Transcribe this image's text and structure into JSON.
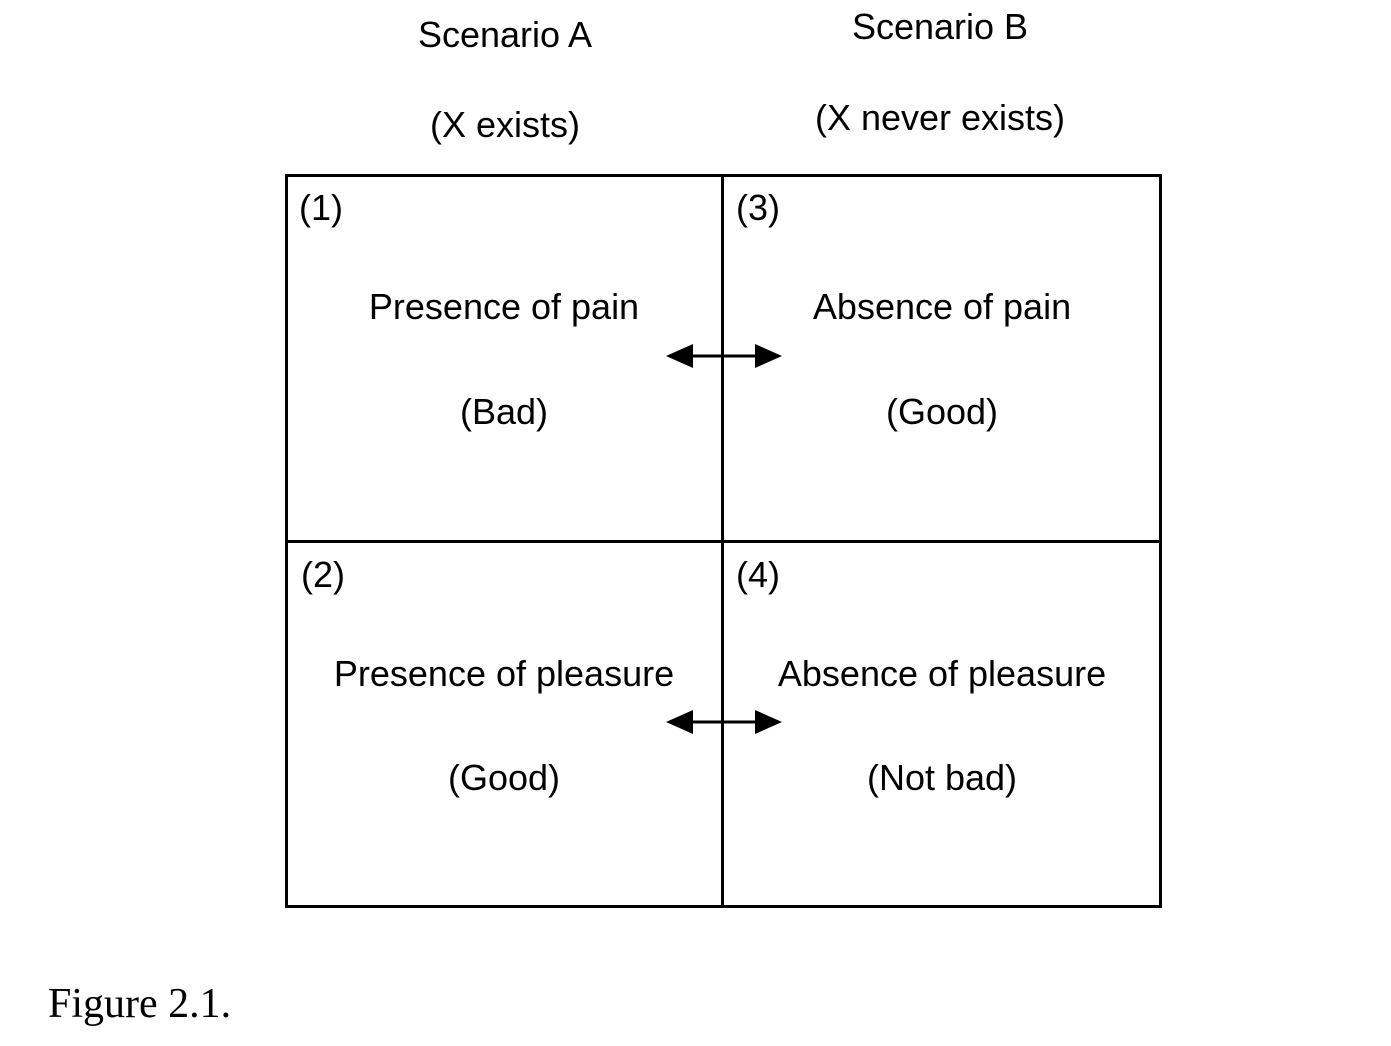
{
  "columns": [
    {
      "title": "Scenario A",
      "subtitle": "(X exists)"
    },
    {
      "title": "Scenario B",
      "subtitle": "(X never exists)"
    }
  ],
  "cells": [
    {
      "number": "(1)",
      "label": "Presence of pain",
      "value": "(Bad)"
    },
    {
      "number": "(2)",
      "label": "Presence of pleasure",
      "value": "(Good)"
    },
    {
      "number": "(3)",
      "label": "Absence of pain",
      "value": "(Good)"
    },
    {
      "number": "(4)",
      "label": "Absence of pleasure",
      "value": "(Not bad)"
    }
  ],
  "arrows": [
    {
      "from": "(1)",
      "to": "(3)",
      "type": "double-headed-arrow"
    },
    {
      "from": "(2)",
      "to": "(4)",
      "type": "double-headed-arrow"
    }
  ],
  "caption": "Figure 2.1."
}
